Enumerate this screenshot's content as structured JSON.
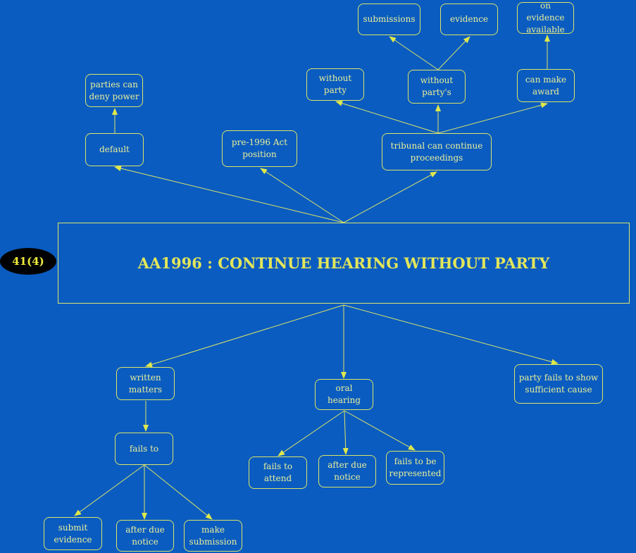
{
  "badge": "41(4)",
  "title": "AA1996 : CONTINUE HEARING WITHOUT PARTY",
  "nodes": {
    "submissions": "submissions",
    "evidence": "evidence",
    "on_evidence_available": "on evidence\navailable",
    "without_party": "without\nparty",
    "without_partys": "without\nparty's",
    "can_make_award": "can make\naward",
    "parties_can_deny_power": "parties can\ndeny power",
    "default": "default",
    "pre_1996": "pre-1996 Act\nposition",
    "tribunal_continue": "tribunal can continue\nproceedings",
    "written_matters": "written\nmatters",
    "oral_hearing": "oral hearing",
    "party_fails_cause": "party fails to show\nsufficient cause",
    "fails_to": "fails to",
    "fails_to_attend": "fails to\nattend",
    "after_due_notice_oral": "after due\nnotice",
    "fails_to_be_represented": "fails to be\nrepresented",
    "submit_evidence": "submit\nevidence",
    "after_due_notice_written": "after due\nnotice",
    "make_submission": "make\nsubmission"
  },
  "colors": {
    "background": "#0b5cc0",
    "line": "#d8e56a",
    "text": "#e8ef9a",
    "title": "#e3e65a",
    "badge_text": "#f0ec3a"
  }
}
